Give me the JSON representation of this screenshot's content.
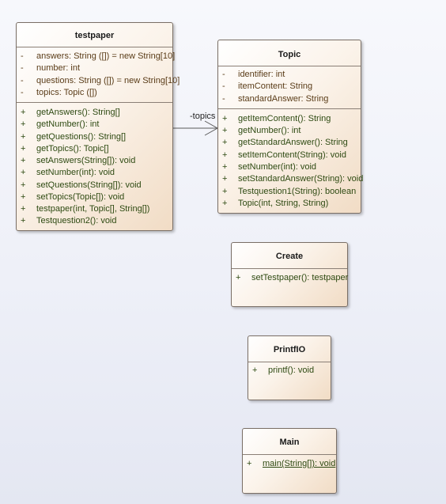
{
  "classes": {
    "testpaper": {
      "name": "testpaper",
      "attributes": [
        {
          "vis": "-",
          "text": "answers: String ([]) = new String[10]"
        },
        {
          "vis": "-",
          "text": "number: int"
        },
        {
          "vis": "-",
          "text": "questions: String ([]) = new String[10]"
        },
        {
          "vis": "-",
          "text": "topics: Topic ([])"
        }
      ],
      "operations": [
        {
          "vis": "+",
          "text": "getAnswers(): String[]"
        },
        {
          "vis": "+",
          "text": "getNumber(): int"
        },
        {
          "vis": "+",
          "text": "getQuestions(): String[]"
        },
        {
          "vis": "+",
          "text": "getTopics(): Topic[]"
        },
        {
          "vis": "+",
          "text": "setAnswers(String[]): void"
        },
        {
          "vis": "+",
          "text": "setNumber(int): void"
        },
        {
          "vis": "+",
          "text": "setQuestions(String[]): void"
        },
        {
          "vis": "+",
          "text": "setTopics(Topic[]): void"
        },
        {
          "vis": "+",
          "text": "testpaper(int, Topic[], String[])"
        },
        {
          "vis": "+",
          "text": "Testquestion2(): void"
        }
      ]
    },
    "topic": {
      "name": "Topic",
      "attributes": [
        {
          "vis": "-",
          "text": "identifier: int"
        },
        {
          "vis": "-",
          "text": "itemContent: String"
        },
        {
          "vis": "-",
          "text": "standardAnswer: String"
        }
      ],
      "operations": [
        {
          "vis": "+",
          "text": "getItemContent(): String"
        },
        {
          "vis": "+",
          "text": "getNumber(): int"
        },
        {
          "vis": "+",
          "text": "getStandardAnswer(): String"
        },
        {
          "vis": "+",
          "text": "setItemContent(String): void"
        },
        {
          "vis": "+",
          "text": "setNumber(int): void"
        },
        {
          "vis": "+",
          "text": "setStandardAnswer(String): void"
        },
        {
          "vis": "+",
          "text": "Testquestion1(String): boolean"
        },
        {
          "vis": "+",
          "text": "Topic(int, String, String)"
        }
      ]
    },
    "create": {
      "name": "Create",
      "operations": [
        {
          "vis": "+",
          "text": "setTestpaper(): testpaper"
        }
      ]
    },
    "printfio": {
      "name": "PrintfIO",
      "operations": [
        {
          "vis": "+",
          "text": "printf(): void"
        }
      ]
    },
    "main": {
      "name": "Main",
      "operations": [
        {
          "vis": "+",
          "text": "main(String[]): void"
        }
      ]
    }
  },
  "association": {
    "label": "-topics"
  }
}
